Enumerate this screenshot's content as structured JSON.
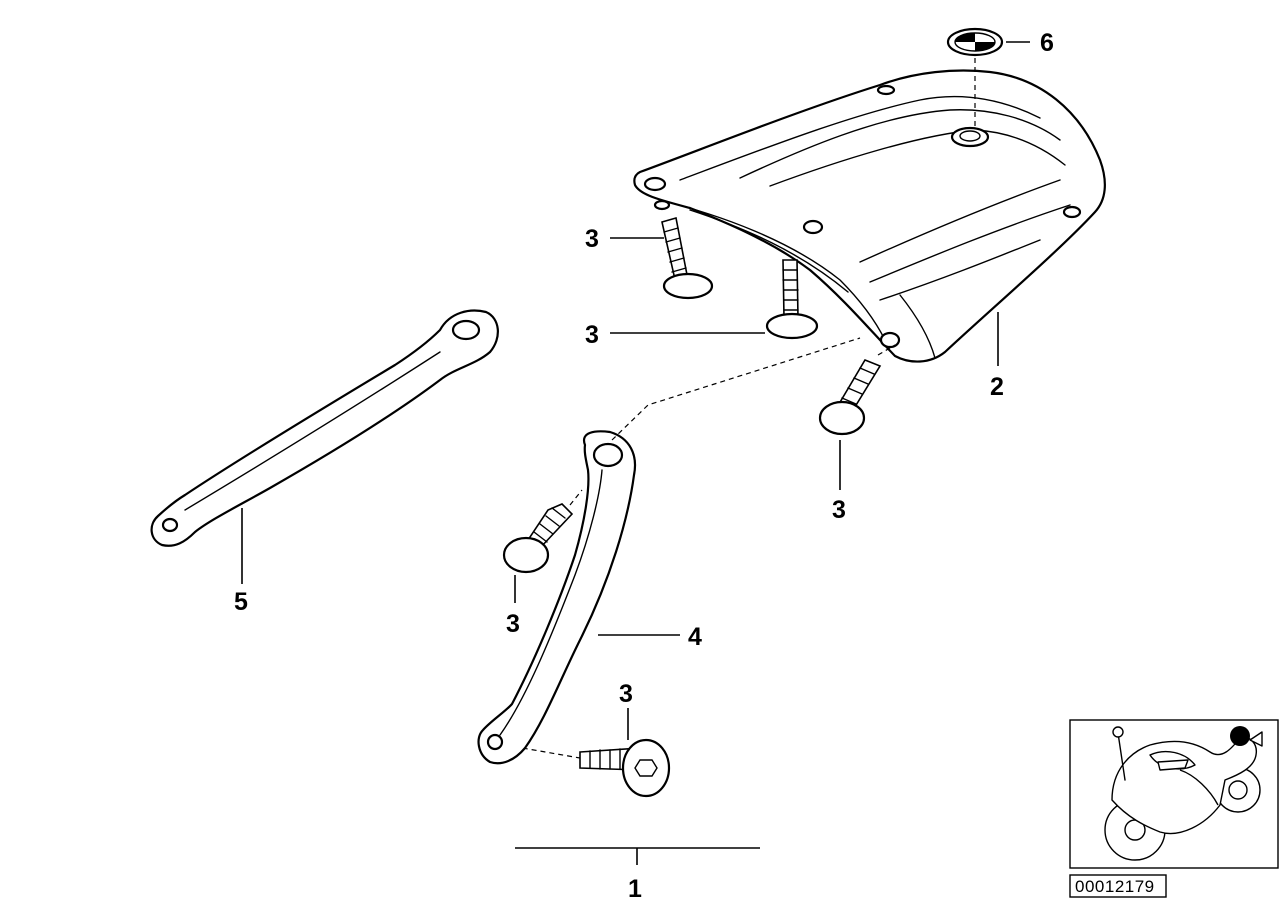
{
  "callouts": {
    "c1": "1",
    "c2": "2",
    "c3a": "3",
    "c3b": "3",
    "c3c": "3",
    "c3d": "3",
    "c3e": "3",
    "c4": "4",
    "c5": "5",
    "c6": "6"
  },
  "reference_number": "00012179",
  "icons": {
    "badge": "bmw-roundel-icon",
    "locator": "motorcycle-locator-icon",
    "locator_marker": "position-marker-icon"
  },
  "colors": {
    "line": "#000000",
    "background": "#ffffff"
  }
}
